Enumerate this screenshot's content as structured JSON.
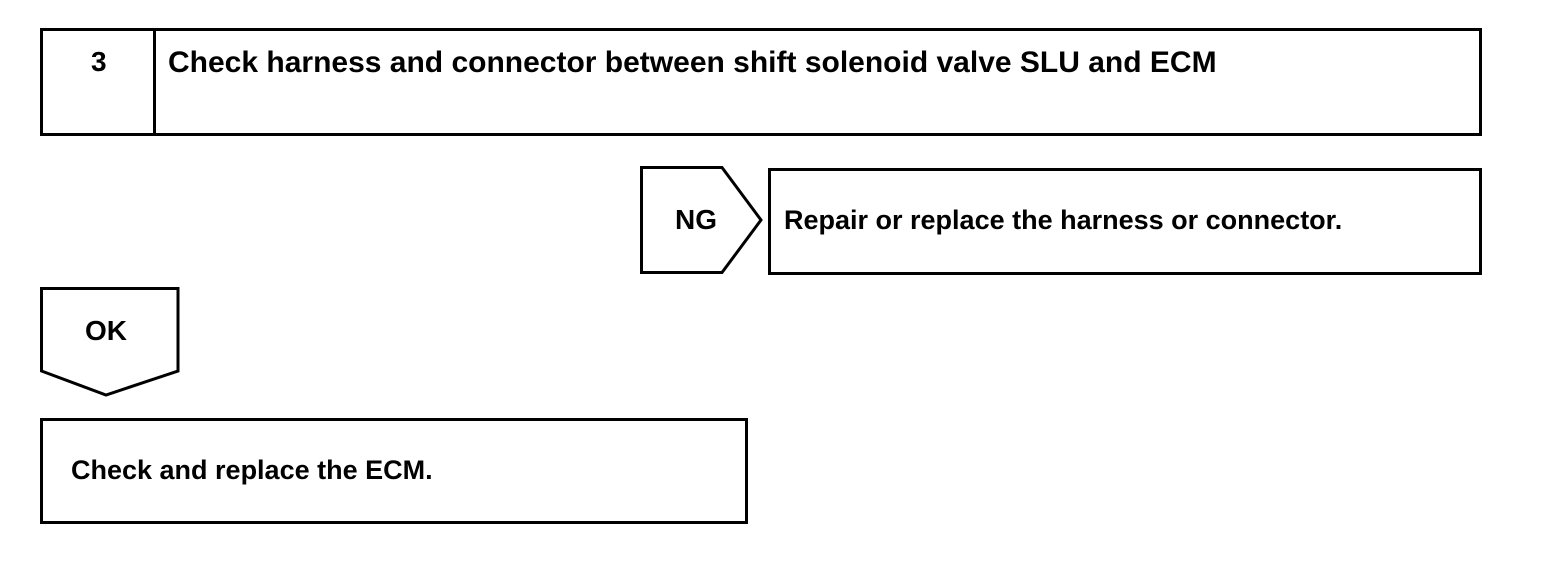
{
  "step": {
    "number": "3",
    "title": "Check harness and connector between shift solenoid valve SLU and ECM"
  },
  "ng_branch": {
    "label": "NG",
    "action": "Repair or replace the harness or connector."
  },
  "ok_branch": {
    "label": "OK",
    "action": "Check and replace the ECM."
  }
}
